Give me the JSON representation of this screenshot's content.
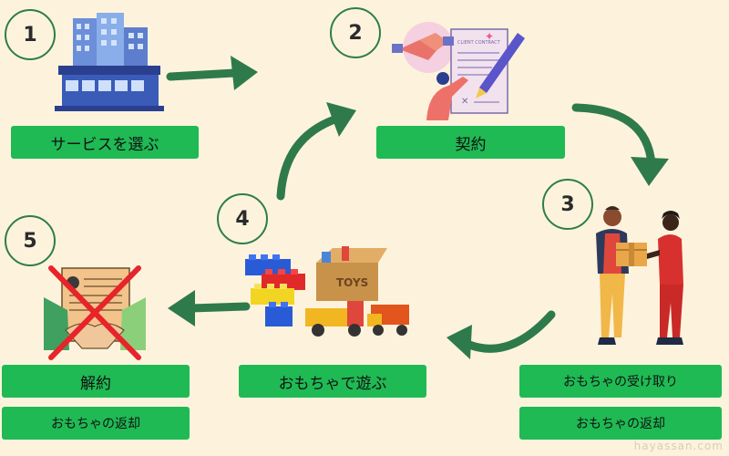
{
  "steps": [
    {
      "num": "1",
      "labels": [
        "サービスを選ぶ"
      ]
    },
    {
      "num": "2",
      "labels": [
        "契約"
      ]
    },
    {
      "num": "3",
      "labels": [
        "おもちゃの受け取り",
        "おもちゃの返却"
      ]
    },
    {
      "num": "4",
      "labels": [
        "おもちゃで遊ぶ"
      ]
    },
    {
      "num": "5",
      "labels": [
        "解約",
        "おもちゃの返却"
      ]
    }
  ],
  "illustrations": {
    "step1": "office-building-icon",
    "step2": "contract-handshake-icon",
    "step3": "delivery-handover-icon",
    "step4": "toys-icon",
    "step5": "cancelled-contract-icon",
    "contract_text": "CLIENT CONTRACT",
    "toys_box_text": "TOYS"
  },
  "watermark": "hayassan.com",
  "colors": {
    "background": "#fdf3dd",
    "label": "#1fba54",
    "arrow": "#2f7a4a",
    "circle_border": "#2e7d4a"
  }
}
